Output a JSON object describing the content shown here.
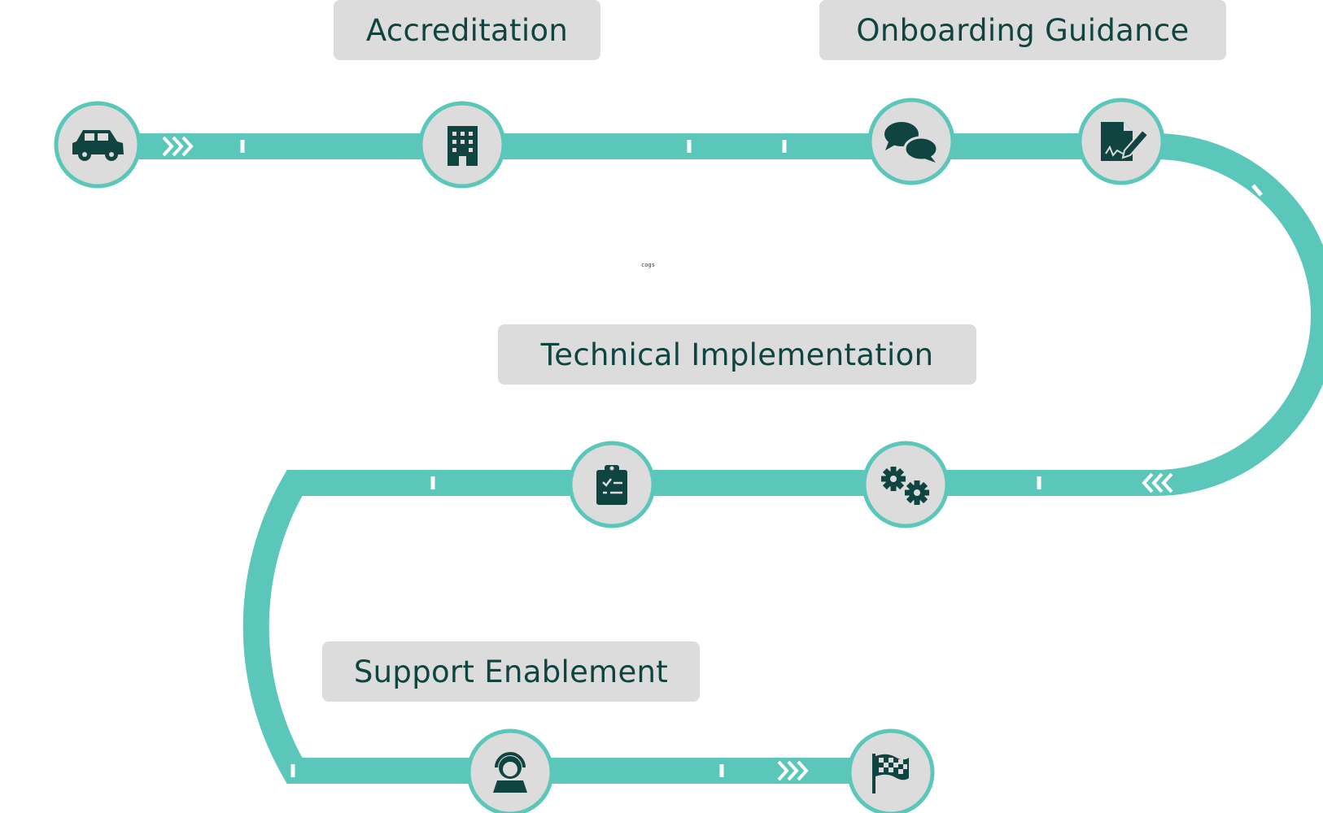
{
  "labels": {
    "accreditation": "Accreditation",
    "onboarding": "Onboarding Guidance",
    "technical": "Technical Implementation",
    "support": "Support Enablement",
    "tiny": "cogs"
  },
  "colors": {
    "track": "#5bc7bb",
    "node_fill": "#dcdcdc",
    "icon": "#0f4440",
    "label_bg": "#dcdcdc",
    "label_text": "#0f4440"
  },
  "nodes": [
    {
      "id": "start",
      "icon": "car-icon"
    },
    {
      "id": "accreditation",
      "icon": "building-icon"
    },
    {
      "id": "onboarding-chat",
      "icon": "chat-bubbles-icon"
    },
    {
      "id": "onboarding-sign",
      "icon": "document-sign-icon"
    },
    {
      "id": "technical-cogs",
      "icon": "cogs-icon"
    },
    {
      "id": "technical-checklist",
      "icon": "clipboard-check-icon"
    },
    {
      "id": "support",
      "icon": "support-agent-icon"
    },
    {
      "id": "finish",
      "icon": "checkered-flag-icon"
    }
  ]
}
